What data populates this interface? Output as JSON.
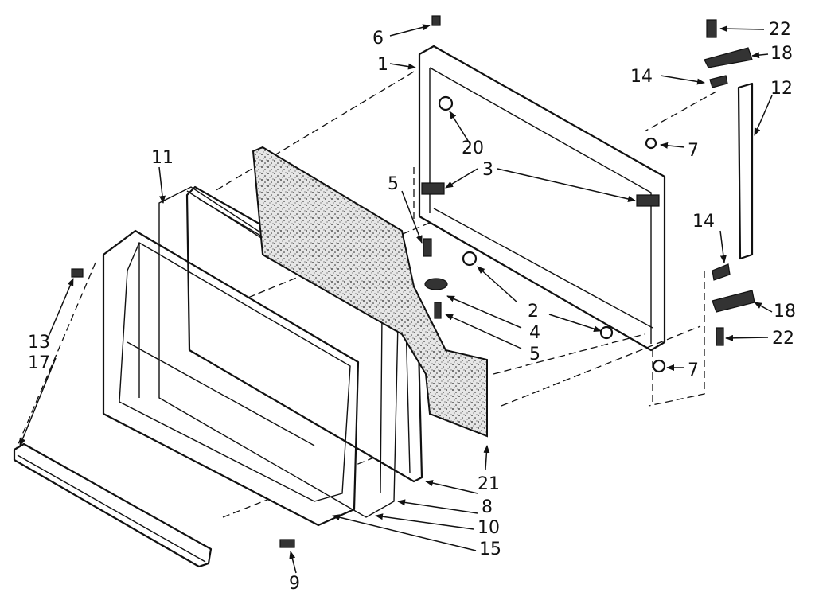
{
  "diagram": {
    "callouts": [
      "1",
      "2",
      "3",
      "4",
      "5",
      "5",
      "6",
      "7",
      "7",
      "8",
      "9",
      "10",
      "11",
      "12",
      "13",
      "17",
      "14",
      "14",
      "15",
      "18",
      "18",
      "20",
      "21",
      "22",
      "22"
    ]
  },
  "colors": {
    "line": "#111111",
    "background": "#ffffff",
    "insulation": "#d9d9d9"
  }
}
